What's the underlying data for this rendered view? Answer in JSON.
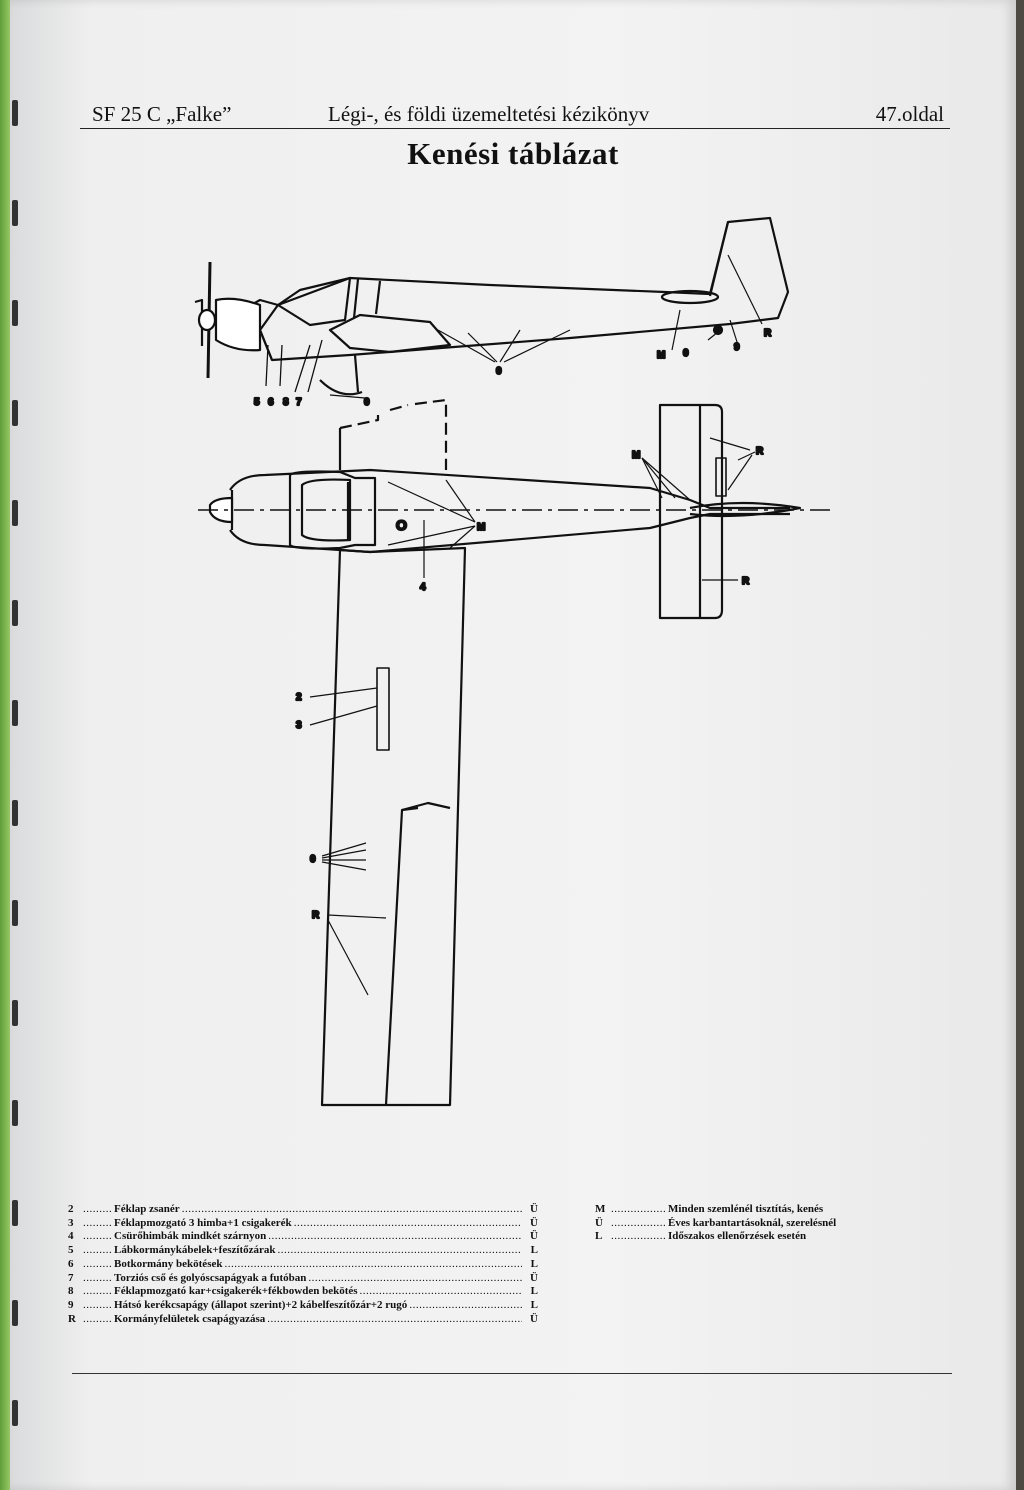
{
  "header": {
    "left": "SF 25 C „Falke”",
    "center": "Légi-, és földi üzemeltetési kézikönyv",
    "right": "47.oldal"
  },
  "title": "Kenési táblázat",
  "diagram_labels": {
    "side_view": [
      "5",
      "6",
      "8",
      "7",
      "0",
      "0",
      "M",
      "0",
      "9",
      "R"
    ],
    "top_view": [
      "M",
      "R",
      "O",
      "M",
      "4",
      "R",
      "2",
      "3",
      "0",
      "R"
    ]
  },
  "legend_items": [
    {
      "key": "2",
      "text": "Féklap zsanér",
      "value": "Ü"
    },
    {
      "key": "3",
      "text": "Féklapmozgató 3 himba+1 csigakerék",
      "value": "Ü"
    },
    {
      "key": "4",
      "text": "Csürőhimbák mindkét szárnyon",
      "value": "Ü"
    },
    {
      "key": "5",
      "text": "Lábkormánykábelek+feszítőzárak",
      "value": "L"
    },
    {
      "key": "6",
      "text": "Botkormány bekötések",
      "value": "L"
    },
    {
      "key": "7",
      "text": "Torziós cső és golyóscsapágyak a futóban",
      "value": "Ü"
    },
    {
      "key": "8",
      "text": "Féklapmozgató kar+csigakerék+fékbowden bekötés",
      "value": "L"
    },
    {
      "key": "9",
      "text": "Hátsó kerékcsapágy (állapot szerint)+2 kábelfeszítőzár+2 rugó",
      "value": "L"
    },
    {
      "key": "R",
      "text": "Kormányfelületek csapágyazása",
      "value": "Ü"
    }
  ],
  "legend_codes": [
    {
      "key": "M",
      "text": "Minden szemlénél tisztítás, kenés"
    },
    {
      "key": "Ü",
      "text": "Éves karbantartásoknál, szerelésnél"
    },
    {
      "key": "L",
      "text": "Időszakos ellenőrzések esetén"
    }
  ]
}
